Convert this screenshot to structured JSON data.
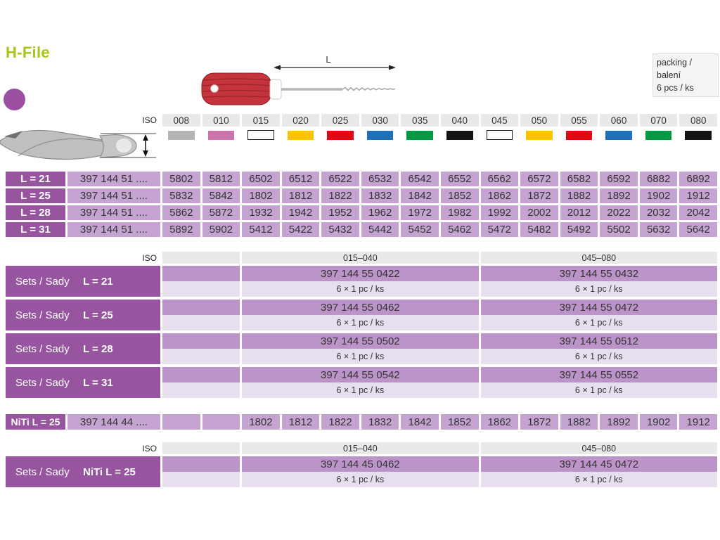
{
  "header": {
    "title": "H-File",
    "packing_note_line1": "packing / balení",
    "packing_note_line2": "6 pcs / ks",
    "length_dimension_label": "L"
  },
  "palette": {
    "title_green": "#a4c614",
    "header_purple": "#97559f",
    "cell_purple": "#c6a4d2",
    "order_band_purple": "#bd94c9",
    "pack_band_lavender": "#e7deee",
    "iso_grey": "#e9e9e9",
    "bullet_purple": "#9b4fa0",
    "handle_red": "#c5333c"
  },
  "iso_scale": {
    "label": "ISO",
    "sizes": [
      {
        "code": "008",
        "color": "#b5b5b5",
        "outlined": false
      },
      {
        "code": "010",
        "color": "#cb74ab",
        "outlined": false
      },
      {
        "code": "015",
        "color": "#ffffff",
        "outlined": true
      },
      {
        "code": "020",
        "color": "#fdc300",
        "outlined": false
      },
      {
        "code": "025",
        "color": "#e30613",
        "outlined": false
      },
      {
        "code": "030",
        "color": "#1e71b8",
        "outlined": false
      },
      {
        "code": "035",
        "color": "#009a44",
        "outlined": false
      },
      {
        "code": "040",
        "color": "#141414",
        "outlined": false
      },
      {
        "code": "045",
        "color": "#ffffff",
        "outlined": true
      },
      {
        "code": "050",
        "color": "#fdc300",
        "outlined": false
      },
      {
        "code": "055",
        "color": "#e30613",
        "outlined": false
      },
      {
        "code": "060",
        "color": "#1e71b8",
        "outlined": false
      },
      {
        "code": "070",
        "color": "#009a44",
        "outlined": false
      },
      {
        "code": "080",
        "color": "#141414",
        "outlined": false
      }
    ]
  },
  "files_table": {
    "rows": [
      {
        "label": "L = 21",
        "order_prefix": "397 144 51 ....",
        "values": [
          "5802",
          "5812",
          "6502",
          "6512",
          "6522",
          "6532",
          "6542",
          "6552",
          "6562",
          "6572",
          "6582",
          "6592",
          "6882",
          "6892"
        ]
      },
      {
        "label": "L = 25",
        "order_prefix": "397 144 51 ....",
        "values": [
          "5832",
          "5842",
          "1802",
          "1812",
          "1822",
          "1832",
          "1842",
          "1852",
          "1862",
          "1872",
          "1882",
          "1892",
          "1902",
          "1912"
        ]
      },
      {
        "label": "L = 28",
        "order_prefix": "397 144 51 ....",
        "values": [
          "5862",
          "5872",
          "1932",
          "1942",
          "1952",
          "1962",
          "1972",
          "1982",
          "1992",
          "2002",
          "2012",
          "2022",
          "2032",
          "2042"
        ]
      },
      {
        "label": "L = 31",
        "order_prefix": "397 144 51 ....",
        "values": [
          "5892",
          "5902",
          "5412",
          "5422",
          "5432",
          "5442",
          "5452",
          "5462",
          "5472",
          "5482",
          "5492",
          "5502",
          "5632",
          "5642"
        ]
      }
    ]
  },
  "sets_table": {
    "iso_label": "ISO",
    "ranges": [
      "015–040",
      "045–080"
    ],
    "pack_note": "6 × 1 pc / ks",
    "rows": [
      {
        "prefix": "Sets / Sady",
        "length": "L = 21",
        "orders": [
          "397 144 55 0422",
          "397 144 55 0432"
        ]
      },
      {
        "prefix": "Sets / Sady",
        "length": "L = 25",
        "orders": [
          "397 144 55 0462",
          "397 144 55 0472"
        ]
      },
      {
        "prefix": "Sets / Sady",
        "length": "L = 28",
        "orders": [
          "397 144 55 0502",
          "397 144 55 0512"
        ]
      },
      {
        "prefix": "Sets / Sady",
        "length": "L = 31",
        "orders": [
          "397 144 55 0542",
          "397 144 55 0552"
        ]
      }
    ]
  },
  "niti_table": {
    "row": {
      "label": "NiTi  L = 25",
      "order_prefix": "397 144 44 ....",
      "values": [
        "",
        "",
        "1802",
        "1812",
        "1822",
        "1832",
        "1842",
        "1852",
        "1862",
        "1872",
        "1882",
        "1892",
        "1902",
        "1912"
      ]
    }
  },
  "niti_sets_table": {
    "iso_label": "ISO",
    "ranges": [
      "015–040",
      "045–080"
    ],
    "pack_note": "6 × 1 pc / ks",
    "rows": [
      {
        "prefix": "Sets / Sady",
        "length": "NiTi  L = 25",
        "orders": [
          "397 144 45 0462",
          "397 144 45 0472"
        ]
      }
    ]
  }
}
